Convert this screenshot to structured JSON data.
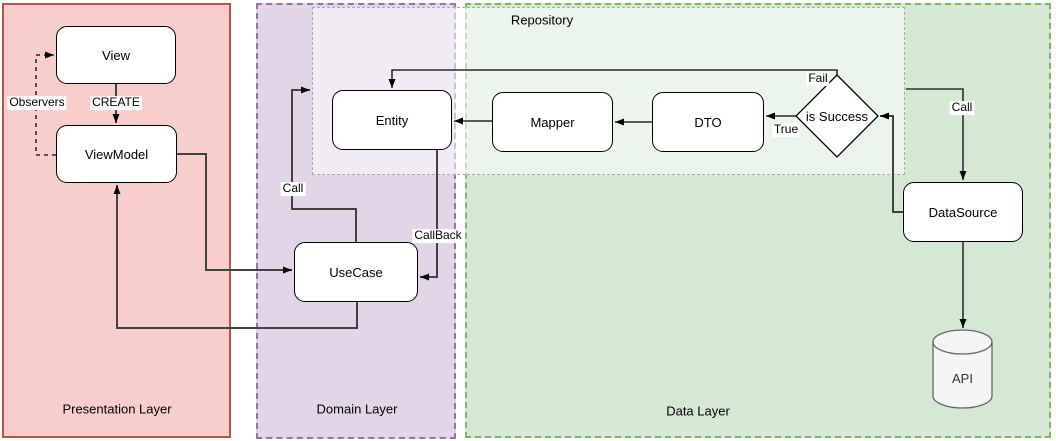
{
  "layers": {
    "presentation": {
      "label": "Presentation Layer"
    },
    "domain": {
      "label": "Domain Layer"
    },
    "data": {
      "label": "Data Layer"
    }
  },
  "groups": {
    "repository": {
      "label": "Repository"
    }
  },
  "nodes": {
    "view": {
      "label": "View",
      "shape": "rounded-rect"
    },
    "viewmodel": {
      "label": "ViewModel",
      "shape": "rounded-rect"
    },
    "usecase": {
      "label": "UseCase",
      "shape": "rounded-rect"
    },
    "entity": {
      "label": "Entity",
      "shape": "rounded-rect"
    },
    "mapper": {
      "label": "Mapper",
      "shape": "rounded-rect"
    },
    "dto": {
      "label": "DTO",
      "shape": "rounded-rect"
    },
    "is_success": {
      "label": "is Success",
      "shape": "diamond"
    },
    "datasource": {
      "label": "DataSource",
      "shape": "rounded-rect"
    },
    "api": {
      "label": "API",
      "shape": "cylinder"
    }
  },
  "edge_labels": {
    "observers": "Observers",
    "create": "CREATE",
    "call_domain": "Call",
    "callback": "CallBack",
    "success_true": "True",
    "success_fail": "Fail",
    "call_data": "Call"
  },
  "edges": [
    {
      "from": "viewmodel",
      "to": "view",
      "label": "Observers",
      "style": "dashed"
    },
    {
      "from": "view",
      "to": "viewmodel",
      "label": "CREATE",
      "style": "solid"
    },
    {
      "from": "viewmodel",
      "to": "usecase",
      "label": "",
      "style": "solid"
    },
    {
      "from": "usecase",
      "to": "viewmodel",
      "label": "",
      "style": "solid"
    },
    {
      "from": "usecase",
      "to": "repository",
      "label": "Call",
      "style": "solid"
    },
    {
      "from": "entity",
      "to": "usecase",
      "label": "CallBack",
      "style": "solid"
    },
    {
      "from": "dto",
      "to": "mapper",
      "label": "",
      "style": "solid"
    },
    {
      "from": "mapper",
      "to": "entity",
      "label": "",
      "style": "solid"
    },
    {
      "from": "is_success",
      "to": "dto",
      "label": "True",
      "style": "solid"
    },
    {
      "from": "is_success",
      "to": "entity",
      "label": "Fail",
      "style": "solid"
    },
    {
      "from": "datasource",
      "to": "is_success",
      "label": "",
      "style": "solid"
    },
    {
      "from": "repository",
      "to": "datasource",
      "label": "Call",
      "style": "solid"
    },
    {
      "from": "datasource",
      "to": "api",
      "label": "",
      "style": "solid"
    }
  ],
  "colors": {
    "presentation_fill": "#f8cecc",
    "presentation_stroke": "#b85450",
    "domain_fill": "#e1d5e7",
    "domain_stroke": "#9673a6",
    "data_fill": "#d5e8d4",
    "data_stroke": "#82b366",
    "repository_fill": "rgba(255,255,255,0.55)",
    "repository_stroke": "#a8a8a8",
    "node_fill": "#ffffff",
    "node_stroke": "#000000",
    "cylinder_fill": "#f5f5f5",
    "cylinder_stroke": "#666666",
    "edge_stroke": "#424242"
  }
}
